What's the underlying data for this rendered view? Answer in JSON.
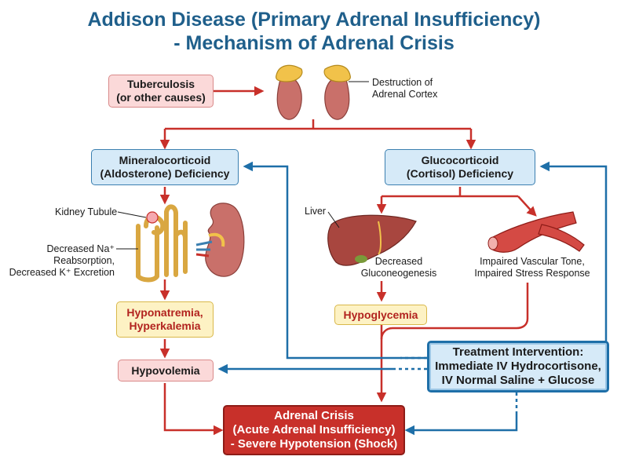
{
  "title": {
    "line1": "Addison Disease (Primary Adrenal Insufficiency)",
    "line2": "- Mechanism of Adrenal Crisis"
  },
  "nodes": {
    "tuberculosis": {
      "line1": "Tuberculosis",
      "line2": "(or other causes)"
    },
    "destruction_label": {
      "line1": "Destruction of",
      "line2": "Adrenal Cortex"
    },
    "mineralocorticoid": {
      "line1": "Mineralocorticoid",
      "line2": "(Aldosterone) Deficiency"
    },
    "glucocorticoid": {
      "line1": "Glucocorticoid",
      "line2": "(Cortisol) Deficiency"
    },
    "kidney_tubule_label": "Kidney Tubule",
    "sodium_label": {
      "line1": "Decreased Na⁺",
      "line2": "Reabsorption,",
      "line3": "Decreased K⁺ Excretion"
    },
    "liver_label": "Liver",
    "gluconeogenesis_label": {
      "line1": "Decreased",
      "line2": "Gluconeogenesis"
    },
    "vascular_label": {
      "line1": "Impaired Vascular Tone,",
      "line2": "Impaired Stress Response"
    },
    "hyponatremia": {
      "line1": "Hyponatremia,",
      "line2": "Hyperkalemia"
    },
    "hypoglycemia": "Hypoglycemia",
    "hypovolemia": "Hypovolemia",
    "treatment": {
      "line1": "Treatment Intervention:",
      "line2": "Immediate IV Hydrocortisone,",
      "line3": "IV Normal Saline + Glucose"
    },
    "adrenal_crisis": {
      "line1": "Adrenal Crisis",
      "line2": "(Acute Adrenal Insufficiency)",
      "line3": "- Severe Hypotension (Shock)"
    }
  },
  "colors": {
    "title": "#1f5f8b",
    "red_arrow": "#c8302a",
    "blue_arrow": "#1e6fa8",
    "crisis_fill": "#c8302a",
    "pink_fill": "#fbd9d9",
    "blue_fill": "#d6eaf8",
    "yellow_fill": "#fdf2c4"
  }
}
